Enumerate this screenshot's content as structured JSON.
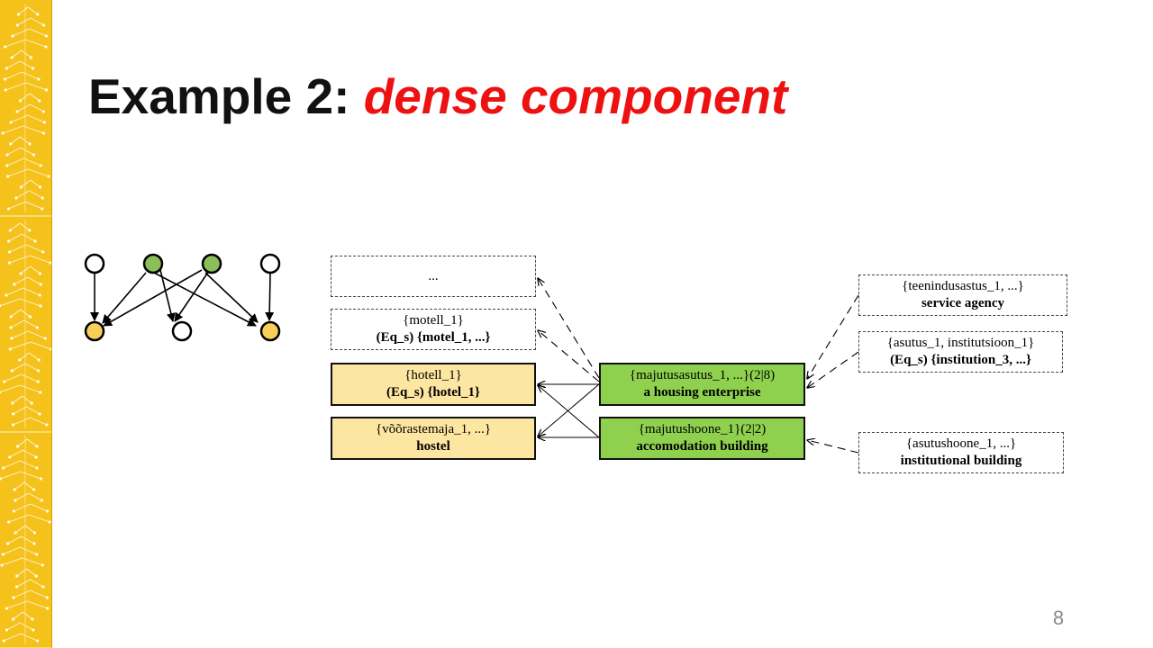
{
  "slide": {
    "title_prefix": "Example 2: ",
    "title_accent": "dense component",
    "page_number": "8"
  },
  "colors": {
    "accent": "#ee1111",
    "strip": "#f5c21b",
    "yellow_box": "#fde6a2",
    "green_box": "#8fd14f"
  },
  "diagram": {
    "left_boxes": [
      {
        "line1": "...",
        "line2": ""
      },
      {
        "line1": "{motell_1}",
        "line2": "(Eq_s) {motel_1, ...}"
      },
      {
        "line1": "{hotell_1}",
        "line2": "(Eq_s) {hotel_1}"
      },
      {
        "line1": "{võõrastemaja_1, ...}",
        "line2": "hostel"
      }
    ],
    "center_boxes": [
      {
        "line1": "{majutusasutus_1, ...}(2|8)",
        "line2": "a housing enterprise"
      },
      {
        "line1": "{majutushoone_1}(2|2)",
        "line2": "accomodation building"
      }
    ],
    "right_boxes": [
      {
        "line1": "{teenindusastus_1, ...}",
        "line2": "service agency"
      },
      {
        "line1": "{asutus_1, institutsioon_1}",
        "line2": "(Eq_s) {institution_3, ...}"
      },
      {
        "line1": "{asutushoone_1, ...}",
        "line2": "institutional building"
      }
    ]
  }
}
